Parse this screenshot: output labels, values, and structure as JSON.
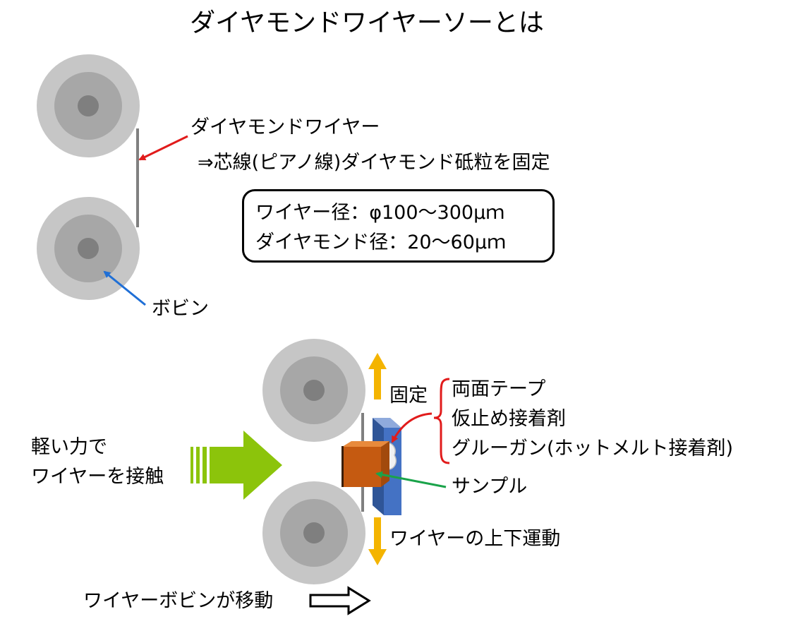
{
  "title": "ダイヤモンドワイヤーソーとは",
  "top_diagram": {
    "wire_label": "ダイヤモンドワイヤー",
    "wire_desc": "⇒芯線(ピアノ線)ダイヤモンド砥粒を固定",
    "specs": [
      "ワイヤー径：φ100～300μｍ",
      "ダイヤモンド径：20～60μｍ"
    ],
    "bobbin_label": "ボビン"
  },
  "bottom_diagram": {
    "contact_label": [
      "軽い力で",
      "ワイヤーを接触"
    ],
    "fix_label": "固定",
    "fix_methods": [
      "両面テープ",
      "仮止め接着剤",
      "グルーガン(ホットメルト接着剤)"
    ],
    "sample_label": "サンプル",
    "motion_label": "ワイヤーの上下運動",
    "move_label": "ワイヤーボビンが移動"
  },
  "colors": {
    "bobbin_outer": "#c6c6c6",
    "bobbin_mid": "#a7a7a7",
    "bobbin_hub": "#7f7f7f",
    "wire": "#808080",
    "red_arrow": "#e11b1b",
    "blue_arrow": "#1f6fd6",
    "green_arrow": "#1aa34a",
    "green_big_arrow": "#8cc40b",
    "orange_arrow": "#f4b400",
    "plate": "#3c6ec4",
    "sample": "#c55a11"
  }
}
